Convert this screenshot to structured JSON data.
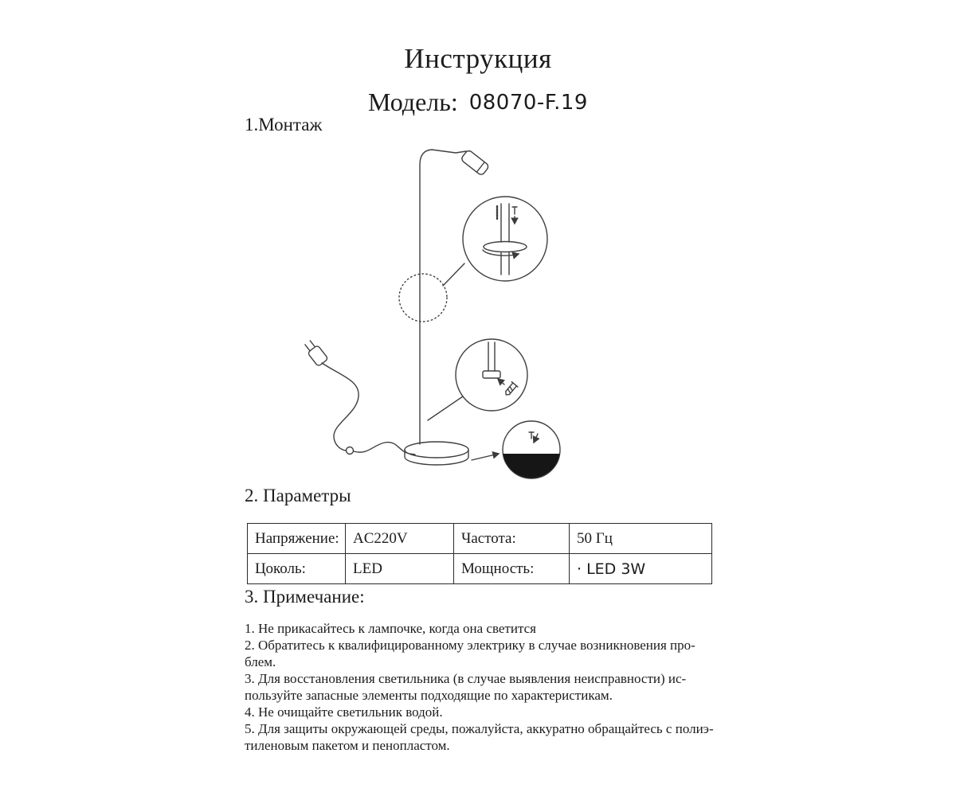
{
  "colors": {
    "ink": "#1c1c1c",
    "background": "#ffffff"
  },
  "page": {
    "title": "Инструкция",
    "model_label": "Модель:",
    "model_value": "08070-F.19"
  },
  "sections": {
    "assembly_heading": "1.Монтаж",
    "parameters_heading": "2. Параметры",
    "notes_heading": "3. Примечание:"
  },
  "parameters_table": {
    "rows": [
      {
        "c0": "Напряжение:",
        "c1": "AC220V",
        "c2": "Частота:",
        "c3": "50 Гц"
      },
      {
        "c0": "Цоколь:",
        "c1": "LED",
        "c2": "Мощность:",
        "c3": "· LED 3W"
      }
    ]
  },
  "notes": [
    "1. Не прикасайтесь к лампочке, когда она светится",
    "2. Обратитесь к квалифицированному электрику в случае возникновения про-\nблем.",
    "3. Для восстановления светильника (в случае  выявления неисправности) ис-\nпользуйте запасные элементы подходящие по характеристикам.",
    "4. Не очищайте  светильник водой.",
    "5. Для защиты окружающей среды, пожалуйста, аккуратно обращайтесь с полиэ-\nтиленовым пакетом и пенопластом."
  ]
}
